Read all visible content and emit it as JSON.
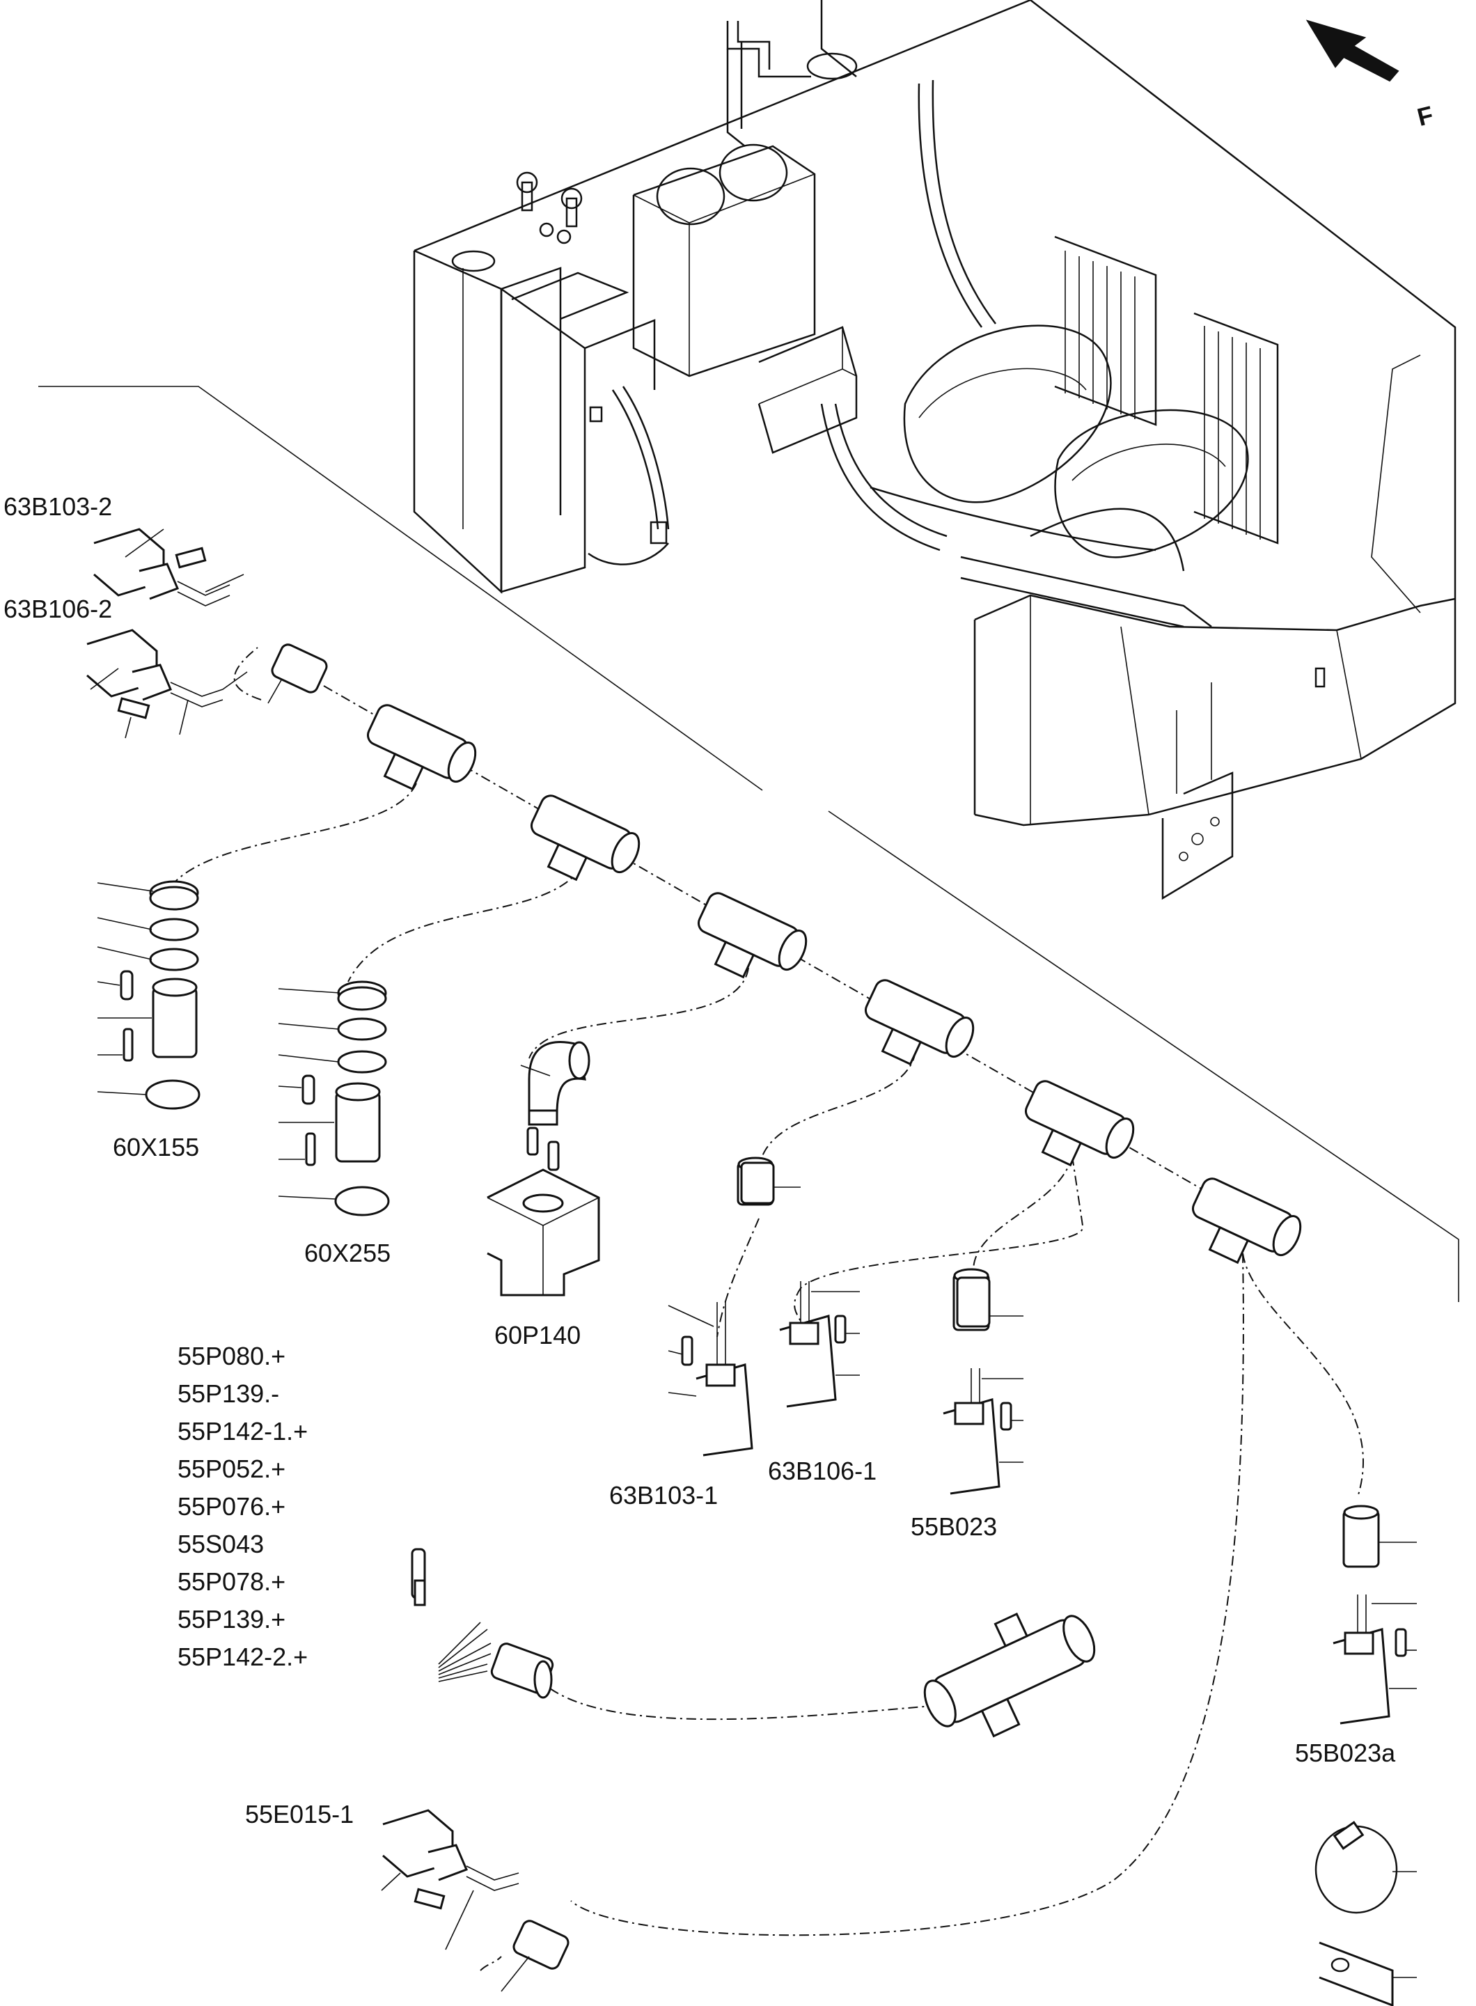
{
  "direction_marker": {
    "letter": "F",
    "icon": "arrow-up-left-icon"
  },
  "labels": {
    "l63B103_2": "63B103-2",
    "l63B106_2": "63B106-2",
    "l60X155": "60X155",
    "l60X255": "60X255",
    "l60P140": "60P140",
    "l63B103_1": "63B103-1",
    "l63B106_1": "63B106-1",
    "l55B023": "55B023",
    "l55B023a": "55B023a",
    "l55E015_1": "55E015-1"
  },
  "sensor_list": [
    "55P080.+",
    "55P139.-",
    "55P142-1.+",
    "55P052.+",
    "55P076.+",
    "55S043",
    "55P078.+",
    "55P139.+",
    "55P142-2.+"
  ],
  "colors": {
    "line": "#111111",
    "background": "#ffffff"
  }
}
